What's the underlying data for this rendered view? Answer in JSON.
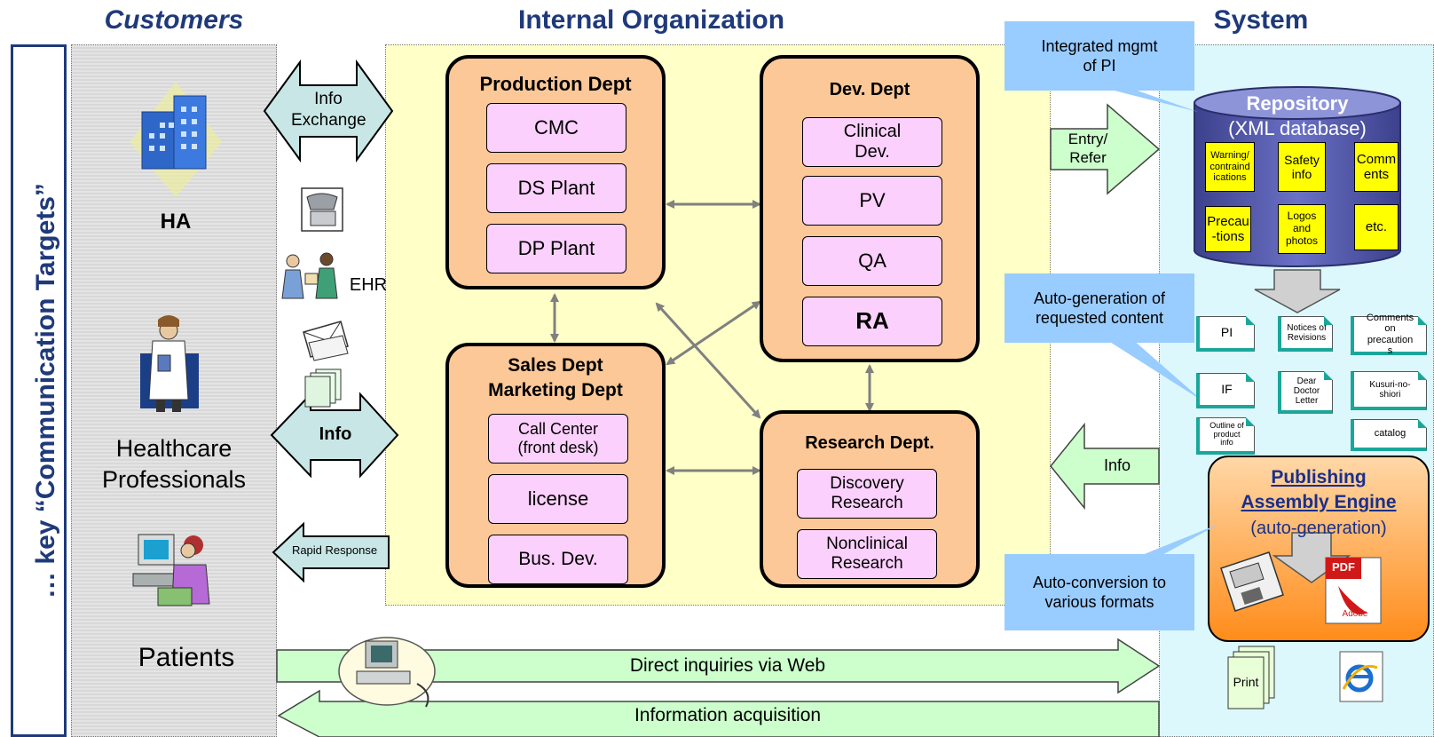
{
  "headers": {
    "customers": "Customers",
    "internal": "Internal Organization",
    "system": "System",
    "vertical": "… key “Communication Targets”"
  },
  "customers": {
    "ha": "HA",
    "hcp": "Healthcare\nProfessionals",
    "patients": "Patients",
    "ehr": "EHR"
  },
  "arrows": {
    "info_exchange": "Info\nExchange",
    "info": "Info",
    "rapid_response": "Rapid Response",
    "entry_refer": "Entry/\nRefer",
    "info_system": "Info",
    "direct_web": "Direct inquiries via Web",
    "info_acquisition": "Information acquisition"
  },
  "production": {
    "title": "Production Dept",
    "items": [
      "CMC",
      "DS Plant",
      "DP Plant"
    ]
  },
  "dev": {
    "title": "Dev. Dept",
    "items": [
      "Clinical\nDev.",
      "PV",
      "QA",
      "RA"
    ]
  },
  "sales": {
    "title": "Sales Dept\nMarketing Dept",
    "items": [
      "Call Center\n(front desk)",
      "license",
      "Bus. Dev."
    ]
  },
  "research": {
    "title": "Research Dept.",
    "items": [
      "Discovery\nResearch",
      "Nonclinical\nResearch"
    ]
  },
  "callouts": {
    "integrated": "Integrated mgmt\nof PI",
    "autogen": "Auto-generation of\nrequested content",
    "autoconv": "Auto-conversion to\nvarious formats"
  },
  "repository": {
    "title": "Repository",
    "subtitle": "(XML database)",
    "items": [
      "Warning/\ncontraind\nications",
      "Safety\ninfo",
      "Comm\nents",
      "Precau\n-tions",
      "Logos\nand\nphotos",
      "etc."
    ]
  },
  "documents": [
    "PI",
    "Notices of\nRevisions",
    "Comments\non\nprecaution\ns",
    "IF",
    "Dear\nDoctor\nLetter",
    "Kusuri-no-\nshiori",
    "Outline of\nproduct\ninfo",
    "catalog"
  ],
  "engine": {
    "title1": "Publishing",
    "title2": "Assembly Engine",
    "subtitle": "(auto-generation)",
    "pdf": "PDF",
    "adobe": "Adobe"
  },
  "outputs": {
    "print": "Print"
  },
  "colors": {
    "navy": "#1f3a7a",
    "dept_fill": "#fcc897",
    "item_fill": "#fcd0fc",
    "callout": "#99ccff",
    "arrow_green": "#ccffcc",
    "arrow_blue": "#c8e6e6",
    "repo_fill": "#5a5fb0",
    "engine_fill": "#ffa040",
    "teal": "#1aa79a"
  }
}
